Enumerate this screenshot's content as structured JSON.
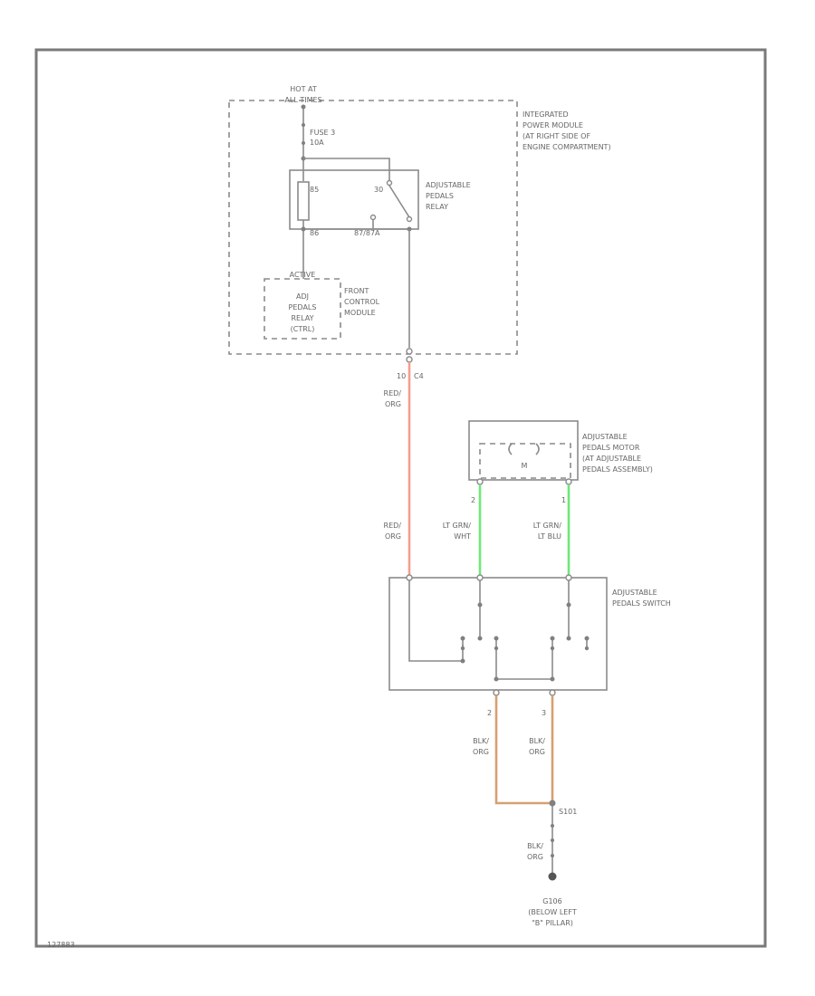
{
  "labels": {
    "hot_at": [
      "HOT AT",
      "ALL TIMES"
    ],
    "fuse": [
      "FUSE 3",
      "10A"
    ],
    "ipm": [
      "INTEGRATED",
      "POWER MODULE",
      "(AT RIGHT SIDE OF",
      "ENGINE COMPARTMENT)"
    ],
    "relay": [
      "ADJUSTABLE",
      "PEDALS",
      "RELAY"
    ],
    "relay_pins": {
      "p85": "85",
      "p30": "30",
      "p86": "86",
      "p87": "87/87A"
    },
    "control": [
      "ACTIVE",
      "ADJ",
      "PEDALS",
      "RELAY",
      "(CTRL)"
    ],
    "fcm": [
      "FRONT",
      "CONTROL",
      "MODULE"
    ],
    "connector": [
      "10",
      "C4"
    ],
    "wire_red_top": [
      "RED/",
      "ORG"
    ],
    "motor": [
      "ADJUSTABLE",
      "PEDALS MOTOR",
      "(AT ADJUSTABLE",
      "PEDALS ASSEMBLY)"
    ],
    "motor_symbol": "M",
    "motor_pins": [
      "2",
      "1"
    ],
    "wire_red_mid": [
      "RED/",
      "ORG"
    ],
    "wire_grn_wht": [
      "LT GRN/",
      "WHT"
    ],
    "wire_grn_blu": [
      "LT GRN/",
      "LT BLU"
    ],
    "switch": [
      "ADJUSTABLE",
      "PEDALS SWITCH"
    ],
    "switch_pins": [
      "2",
      "3"
    ],
    "wire_blk_left": [
      "BLK/",
      "ORG"
    ],
    "wire_blk_right": [
      "BLK/",
      "ORG"
    ],
    "splice": "S101",
    "wire_blk_bottom": [
      "BLK/",
      "ORG"
    ],
    "ground": [
      "G106",
      "(BELOW LEFT",
      "\"B\" PILLAR)"
    ],
    "figure_id": "127883"
  },
  "colors": {
    "frame": "#7a7a7a",
    "line": "#8a8a8a",
    "text": "#666666",
    "wire_red_org": "#f2a08e",
    "wire_lt_grn": "#6ee87a",
    "wire_blk_org": "#d6a070"
  }
}
